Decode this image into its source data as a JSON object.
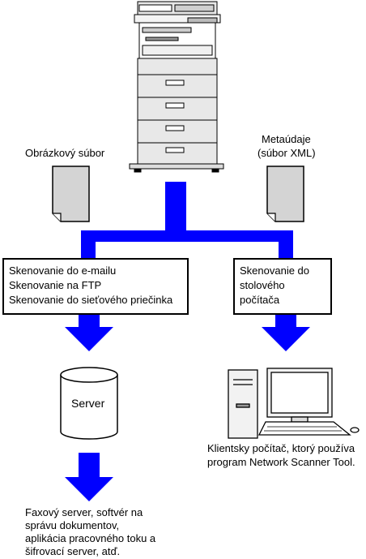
{
  "labels": {
    "image_file": "Obrázkový súbor",
    "metadata_line1": "Metaúdaje",
    "metadata_line2": "(súbor XML)"
  },
  "left_box": {
    "lines": [
      "Skenovanie do e-mailu",
      "Skenovanie na FTP",
      "Skenovanie do sieťového priečinka"
    ]
  },
  "right_box": {
    "lines": [
      "Skenovanie do",
      "stolového",
      "počítača"
    ]
  },
  "server": {
    "label": "Server"
  },
  "client": {
    "caption_line1": "Klientsky počítač, ktorý používa",
    "caption_line2": "program Network Scanner Tool."
  },
  "bottom_caption": {
    "lines": [
      "Faxový server, softvér na",
      "správu dokumentov,",
      "aplikácia pracovného toku a",
      "šifrovací server, atď."
    ]
  },
  "colors": {
    "arrow": "#0000ff",
    "doc_fill": "#d4d4d4",
    "machine_fill": "#e8e8e8"
  }
}
